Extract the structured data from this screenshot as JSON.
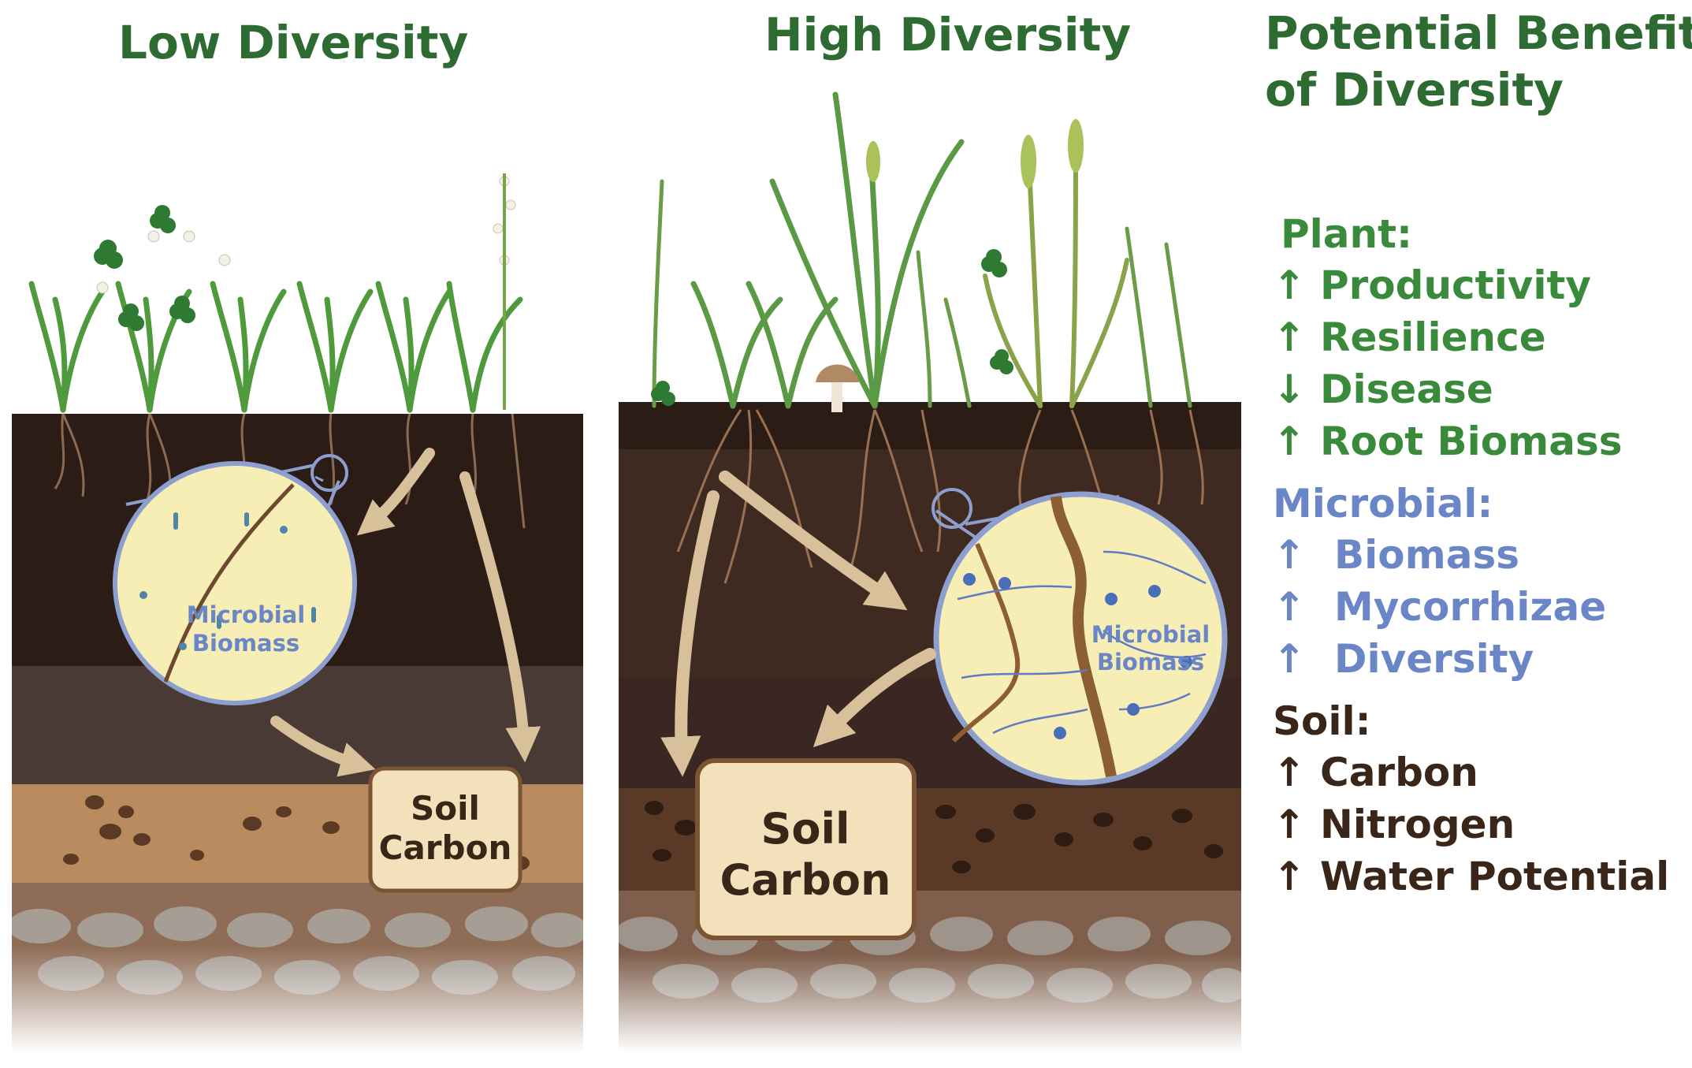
{
  "titles": {
    "low": "Low Diversity",
    "high": "High Diversity",
    "benefits_line1": "Potential Benefits",
    "benefits_line2": "of Diversity"
  },
  "low_panel": {
    "microbial_label_1": "Microbial",
    "microbial_label_2": "Biomass",
    "soil_carbon_1": "Soil",
    "soil_carbon_2": "Carbon"
  },
  "high_panel": {
    "microbial_label_1": "Microbial",
    "microbial_label_2": "Biomass",
    "soil_carbon_1": "Soil",
    "soil_carbon_2": "Carbon"
  },
  "benefits": {
    "plant": {
      "heading": "Plant:",
      "color": "#3a8a3b",
      "items": [
        {
          "arrow": "↑",
          "label": "Productivity"
        },
        {
          "arrow": "↑",
          "label": "Resilience"
        },
        {
          "arrow": "↓",
          "label": "Disease"
        },
        {
          "arrow": "↑",
          "label": "Root Biomass"
        }
      ]
    },
    "microbial": {
      "heading": "Microbial:",
      "color": "#6a86c7",
      "items": [
        {
          "arrow": "↑",
          "label": "Biomass"
        },
        {
          "arrow": "↑",
          "label": "Mycorrhizae"
        },
        {
          "arrow": "↑",
          "label": "Diversity"
        }
      ]
    },
    "soil": {
      "heading": "Soil:",
      "color": "#3a2619",
      "items": [
        {
          "arrow": "↑",
          "label": "Carbon"
        },
        {
          "arrow": "↑",
          "label": "Nitrogen"
        },
        {
          "arrow": "↑",
          "label": "Water Potential"
        }
      ]
    }
  },
  "colors": {
    "title_green": "#2e6b33",
    "topsoil": "#2b1d16",
    "subsoil": "#4a3a35",
    "sand": "#b98b5e",
    "lens_fill": "#f6eeb4",
    "lens_ring": "#8d9fcf",
    "arrow_tan": "#d8c09a"
  }
}
